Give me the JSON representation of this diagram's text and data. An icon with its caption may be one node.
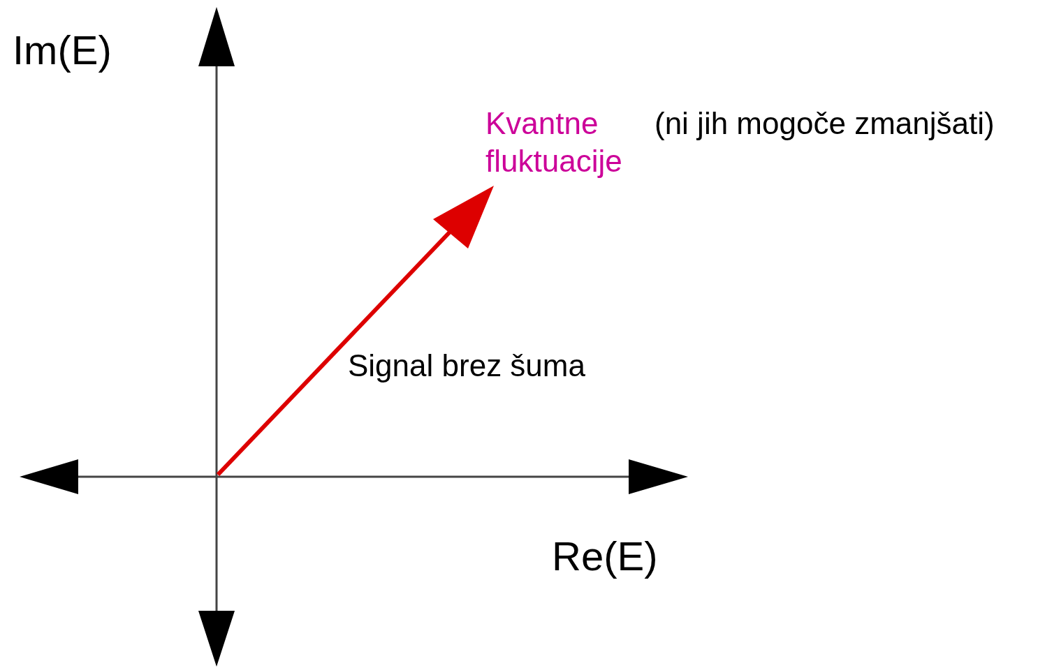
{
  "diagram": {
    "labels": [
      "Im(E)",
      "Kvantne fluktuacije",
      "(ni jih mogoče zmanjšati)",
      "Signal brez šuma",
      "Re(E)"
    ]
  }
}
